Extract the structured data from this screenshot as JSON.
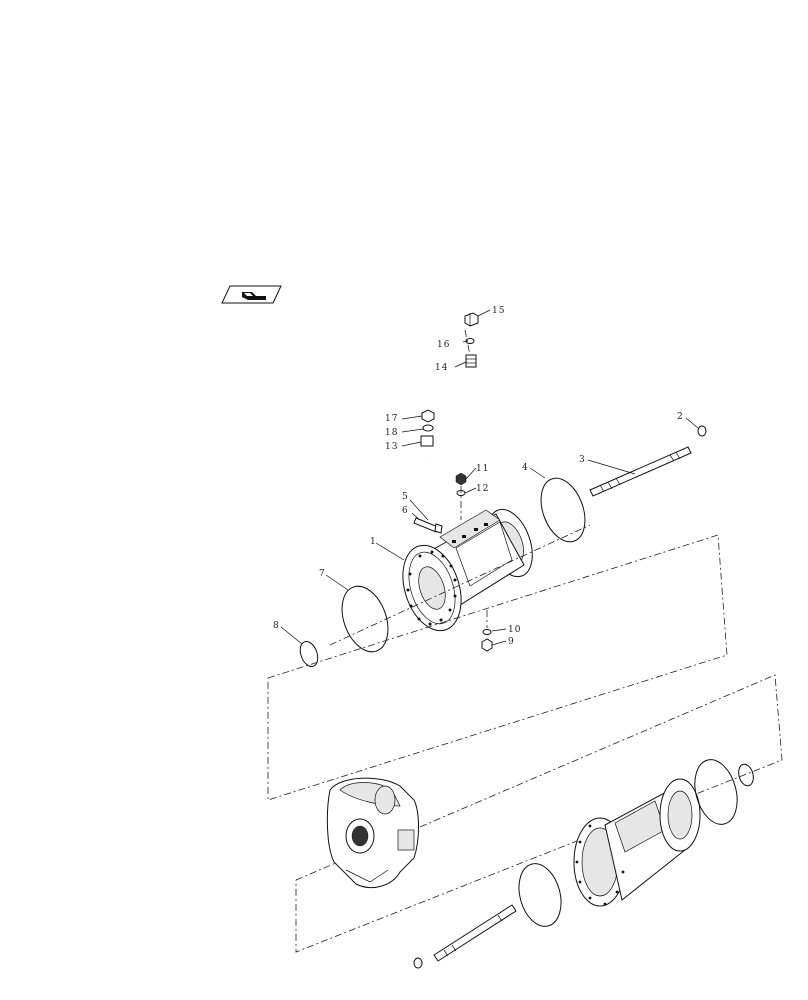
{
  "diagram": {
    "callouts": [
      "15",
      "16",
      "14",
      "17",
      "18",
      "13",
      "2",
      "3",
      "11",
      "12",
      "4",
      "5",
      "6",
      "1",
      "7",
      "10",
      "9",
      "8"
    ]
  },
  "icons": {
    "view_badge": "hand-pointing-icon"
  }
}
